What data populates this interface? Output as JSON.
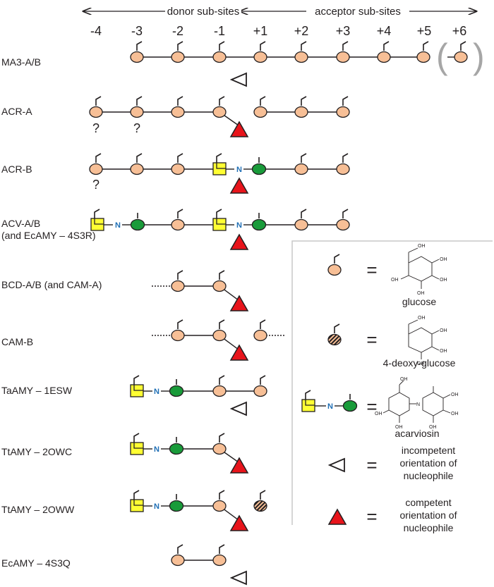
{
  "header": {
    "donor_label": "donor sub-sites",
    "acceptor_label": "acceptor sub-sites",
    "subsites": [
      "-4",
      "-3",
      "-2",
      "-1",
      "+1",
      "+2",
      "+3",
      "+4",
      "+5",
      "+6"
    ]
  },
  "rows": [
    {
      "label": "MA3-A/B",
      "label2": ""
    },
    {
      "label": "ACR-A",
      "label2": ""
    },
    {
      "label": "ACR-B",
      "label2": ""
    },
    {
      "label": "ACV-A/B",
      "label2": "(and  EcAMY – 4S3R)"
    },
    {
      "label": "BCD-A/B (and CAM-A)",
      "label2": ""
    },
    {
      "label": "CAM-B",
      "label2": ""
    },
    {
      "label": "TaAMY – 1ESW",
      "label2": ""
    },
    {
      "label": "TtAMY – 2OWC",
      "label2": ""
    },
    {
      "label": "TtAMY – 2OWW",
      "label2": ""
    },
    {
      "label": "EcAMY – 4S3Q",
      "label2": ""
    }
  ],
  "marks": {
    "question": "?",
    "nitrogen": "N",
    "paren_open": "(",
    "paren_close": ")",
    "equals": "="
  },
  "legend": {
    "glucose": "glucose",
    "deoxy": "4-deoxy-glucose",
    "acarviosin": "acarviosin",
    "incompetent_line1": "incompetent",
    "incompetent_line2": "orientation of",
    "incompetent_line3": "nucleophile",
    "competent_line1": "competent",
    "competent_line2": "orientation of",
    "competent_line3": "nucleophile",
    "oh": "OH",
    "n_atom": "N"
  },
  "colors": {
    "glucose_fill": "#f7bf96",
    "acarviosin_ring_fill": "#ffff33",
    "green_ring_fill": "#199b3a",
    "triangle_fill": "#e8141b",
    "nitrogen_text": "#1f6fb5",
    "paren_gray": "#a6a6a6",
    "legend_border": "#c8c8c8"
  }
}
